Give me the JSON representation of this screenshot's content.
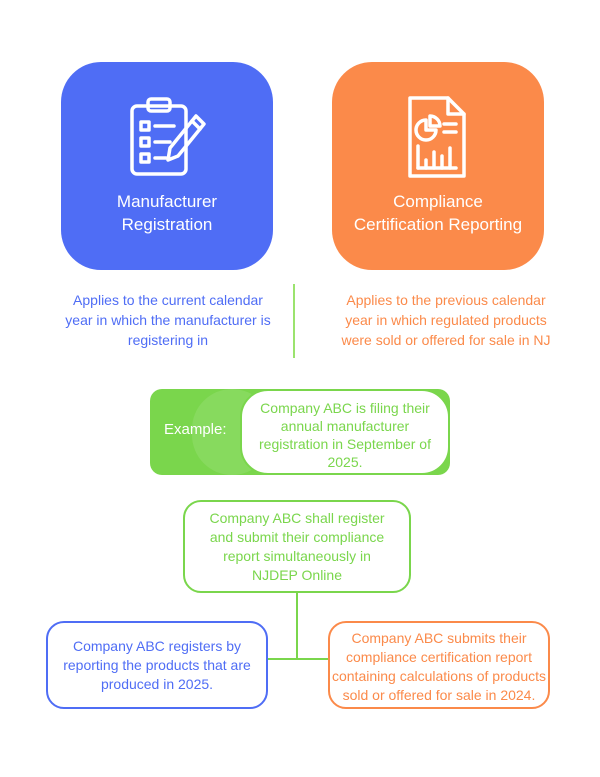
{
  "tiles": {
    "manufacturer": {
      "title_line1": "Manufacturer",
      "title_line2": "Registration",
      "icon": "clipboard-checklist-icon",
      "color": "#4f6df5"
    },
    "compliance": {
      "title_line1": "Compliance",
      "title_line2": "Certification Reporting",
      "icon": "report-document-icon",
      "color": "#fb8a4a"
    }
  },
  "descriptions": {
    "manufacturer": [
      "Applies to the current calendar",
      "year in which the manufacturer is",
      "registering in"
    ],
    "compliance": [
      "Applies to the previous calendar",
      "year in which regulated products",
      "were sold or offered for sale in NJ"
    ]
  },
  "example": {
    "label": "Example:",
    "text": [
      "Company ABC is filing their",
      "annual manufacturer",
      "registration in September of",
      "2025."
    ],
    "color": "#7ad64c"
  },
  "middle_box": {
    "text": [
      "Company ABC shall register",
      "and submit their compliance",
      "report simultaneously in",
      "NJDEP Online"
    ]
  },
  "bottom_boxes": {
    "left": {
      "text": [
        "Company ABC registers by",
        "reporting the products that are",
        "produced in 2025."
      ]
    },
    "right": {
      "text": [
        "Company ABC submits their",
        "compliance certification report",
        "containing calculations of products",
        "sold or offered for sale in 2024."
      ]
    }
  }
}
